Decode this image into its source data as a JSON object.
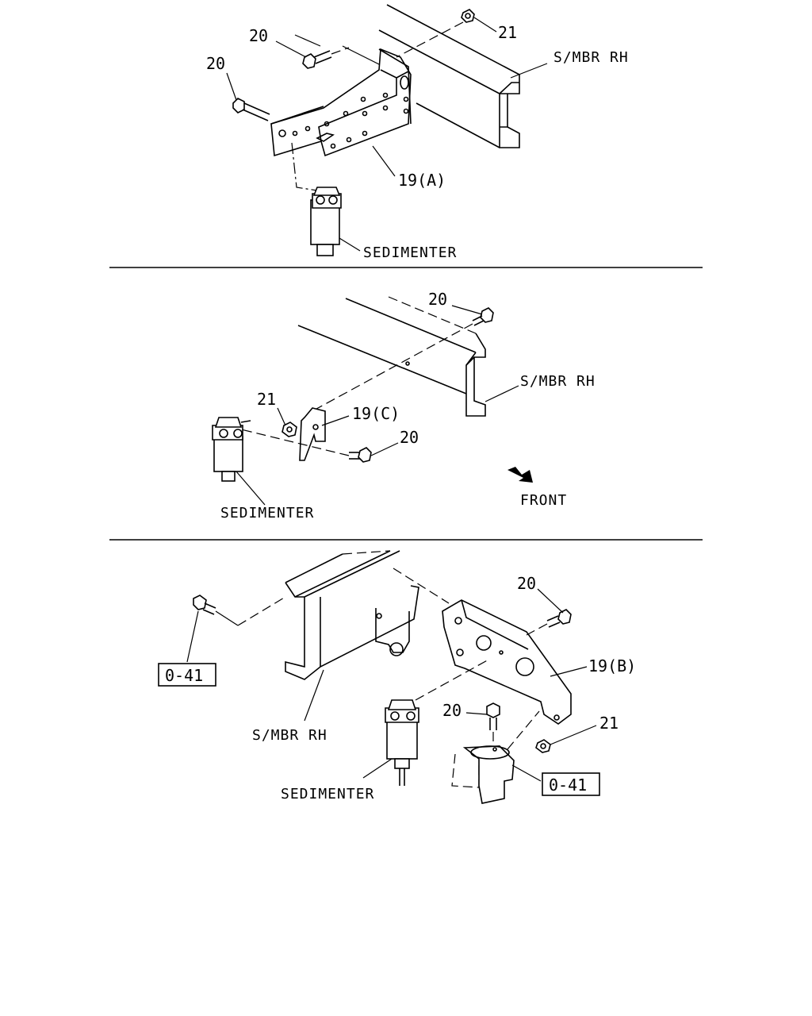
{
  "labels": {
    "a_bolt_top": "20",
    "a_bolt_left": "20",
    "a_nut": "21",
    "a_member": "S/MBR RH",
    "a_bracket": "19(A)",
    "a_sedimenter": "SEDIMENTER",
    "c_bolt_top": "20",
    "c_member": "S/MBR RH",
    "c_nut": "21",
    "c_bracket": "19(C)",
    "c_bolt_bottom": "20",
    "c_sedimenter": "SEDIMENTER",
    "c_front": "FRONT",
    "b_ref_left": "0-41",
    "b_bolt_top": "20",
    "b_bracket": "19(B)",
    "b_bolt_mid": "20",
    "b_nut": "21",
    "b_member": "S/MBR RH",
    "b_sedimenter": "SEDIMENTER",
    "b_ref_right": "0-41"
  }
}
